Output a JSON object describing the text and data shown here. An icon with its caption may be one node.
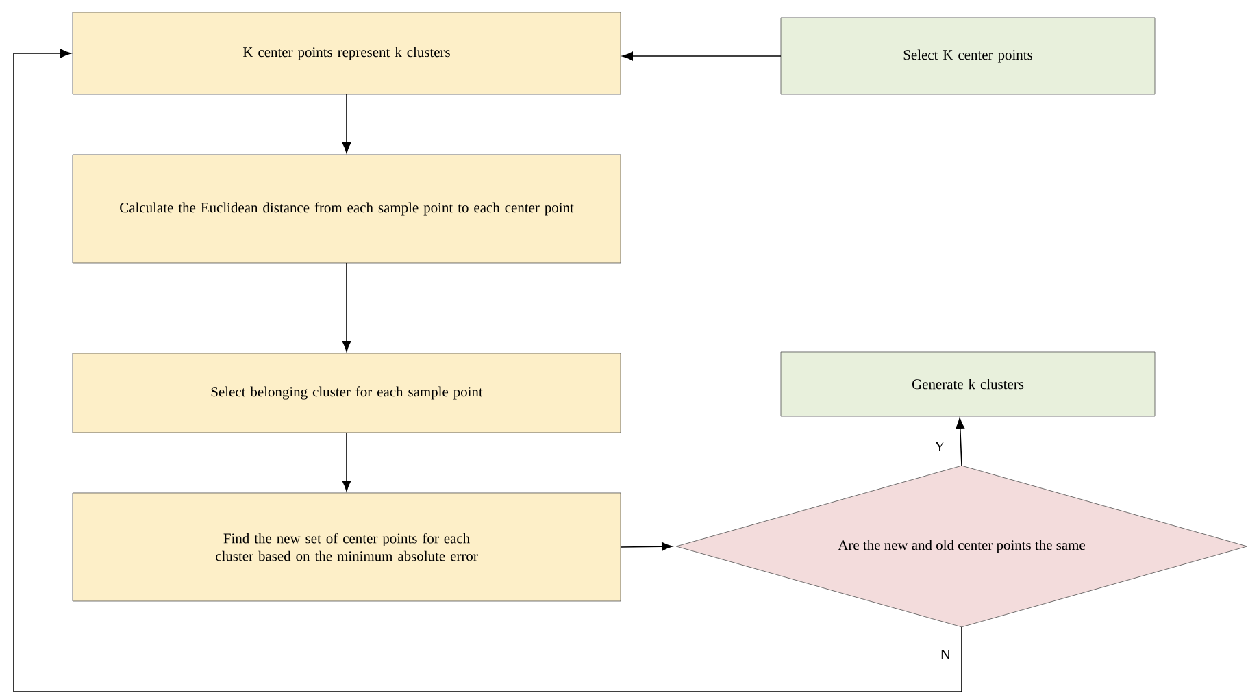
{
  "diagram": {
    "nodes": [
      {
        "text": [
          "K center points represent k clusters"
        ]
      },
      {
        "text": [
          "Select K center points"
        ]
      },
      {
        "text": [
          "Calculate the Euclidean distance from each sample point to each center point"
        ]
      },
      {
        "text": [
          "Select belonging cluster for each sample point"
        ]
      },
      {
        "text": [
          "Find the new set of center points for each cluster based on the minimum absolute error"
        ]
      },
      {
        "text": [
          "Are the new and old center points the same"
        ]
      },
      {
        "text": [
          "Generate k clusters"
        ]
      }
    ],
    "edges": [
      {
        "from": 1,
        "to": 0,
        "arrow": "to"
      },
      {
        "from": 0,
        "to": 2,
        "arrow": "to"
      },
      {
        "from": 2,
        "to": 3,
        "arrow": "to"
      },
      {
        "from": 3,
        "to": 4,
        "arrow": "to"
      },
      {
        "from": 4,
        "to": 5,
        "arrow": "to"
      },
      {
        "from": 5,
        "to": 6,
        "arrow": "to",
        "label": "Y"
      },
      {
        "from": 5,
        "to": 0,
        "arrow": "to",
        "label": "N"
      }
    ]
  }
}
